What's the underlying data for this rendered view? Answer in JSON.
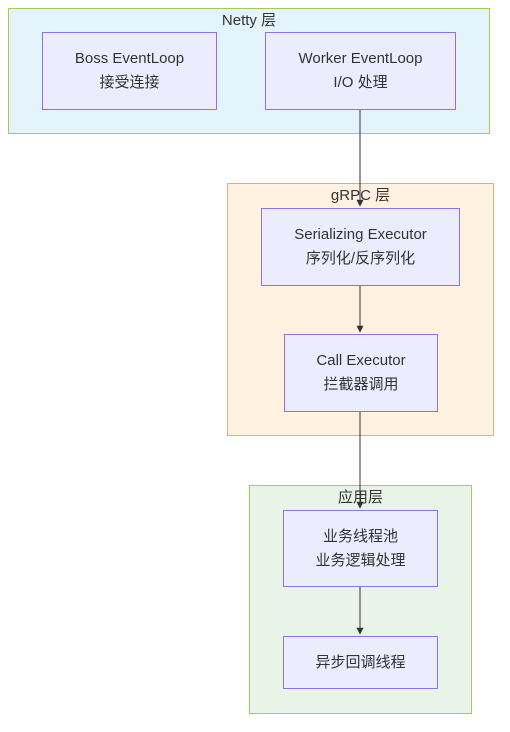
{
  "clusters": {
    "netty": {
      "title": "Netty 层",
      "fill": "#E3F4FD",
      "stroke": "#A8CC52"
    },
    "grpc": {
      "title": "gRPC 层",
      "fill": "#FFF2E0",
      "stroke": "#D7B56F"
    },
    "app": {
      "title": "应用层",
      "fill": "#E8F4E8",
      "stroke": "#A8CC52"
    }
  },
  "nodes": {
    "boss": {
      "line1": "Boss EventLoop",
      "line2": "接受连接"
    },
    "worker": {
      "line1": "Worker EventLoop",
      "line2": "I/O 处理"
    },
    "serializing": {
      "line1": "Serializing Executor",
      "line2": "序列化/反序列化"
    },
    "call": {
      "line1": "Call Executor",
      "line2": "拦截器调用"
    },
    "pool": {
      "line1": "业务线程池",
      "line2": "业务逻辑处理"
    },
    "callback": {
      "line1": "异步回调线程"
    }
  },
  "colors": {
    "node_fill": "#ECECFF",
    "node_stroke": "#9370DB",
    "edge": "#333333"
  }
}
